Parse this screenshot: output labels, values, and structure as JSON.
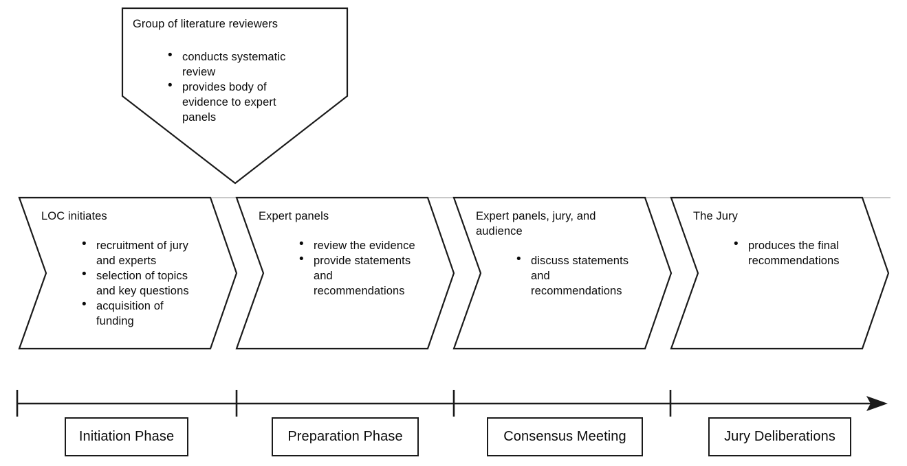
{
  "colors": {
    "background": "#ffffff",
    "outline": "#1a1a1a",
    "divider": "#c8c8c8",
    "text": "#0a0a0a"
  },
  "callout": {
    "title": "Group of literature reviewers",
    "bullets": [
      "conducts systematic\nreview",
      "provides body of\nevidence to expert\npanels"
    ]
  },
  "stages": [
    {
      "title": "LOC initiates",
      "bullets": [
        "recruitment of jury\nand experts",
        "selection of topics\nand key questions",
        "acquisition of\nfunding"
      ]
    },
    {
      "title": "Expert panels",
      "bullets": [
        "review the evidence",
        "provide statements\nand\nrecommendations"
      ]
    },
    {
      "title": "Expert panels, jury, and\naudience",
      "bullets": [
        "discuss statements\nand\nrecommendations"
      ]
    },
    {
      "title": "The Jury",
      "bullets": [
        "produces the final\nrecommendations"
      ]
    }
  ],
  "timeline": {
    "phases": [
      "Initiation Phase",
      "Preparation Phase",
      "Consensus Meeting",
      "Jury Deliberations"
    ]
  }
}
